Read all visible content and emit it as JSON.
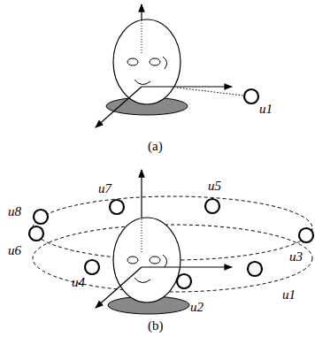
{
  "diagram": {
    "labels": [
      "u1",
      "(a)",
      "u7",
      "u5",
      "u8",
      "u3",
      "u6",
      "u4",
      "u1",
      "u2",
      "(b)"
    ]
  }
}
